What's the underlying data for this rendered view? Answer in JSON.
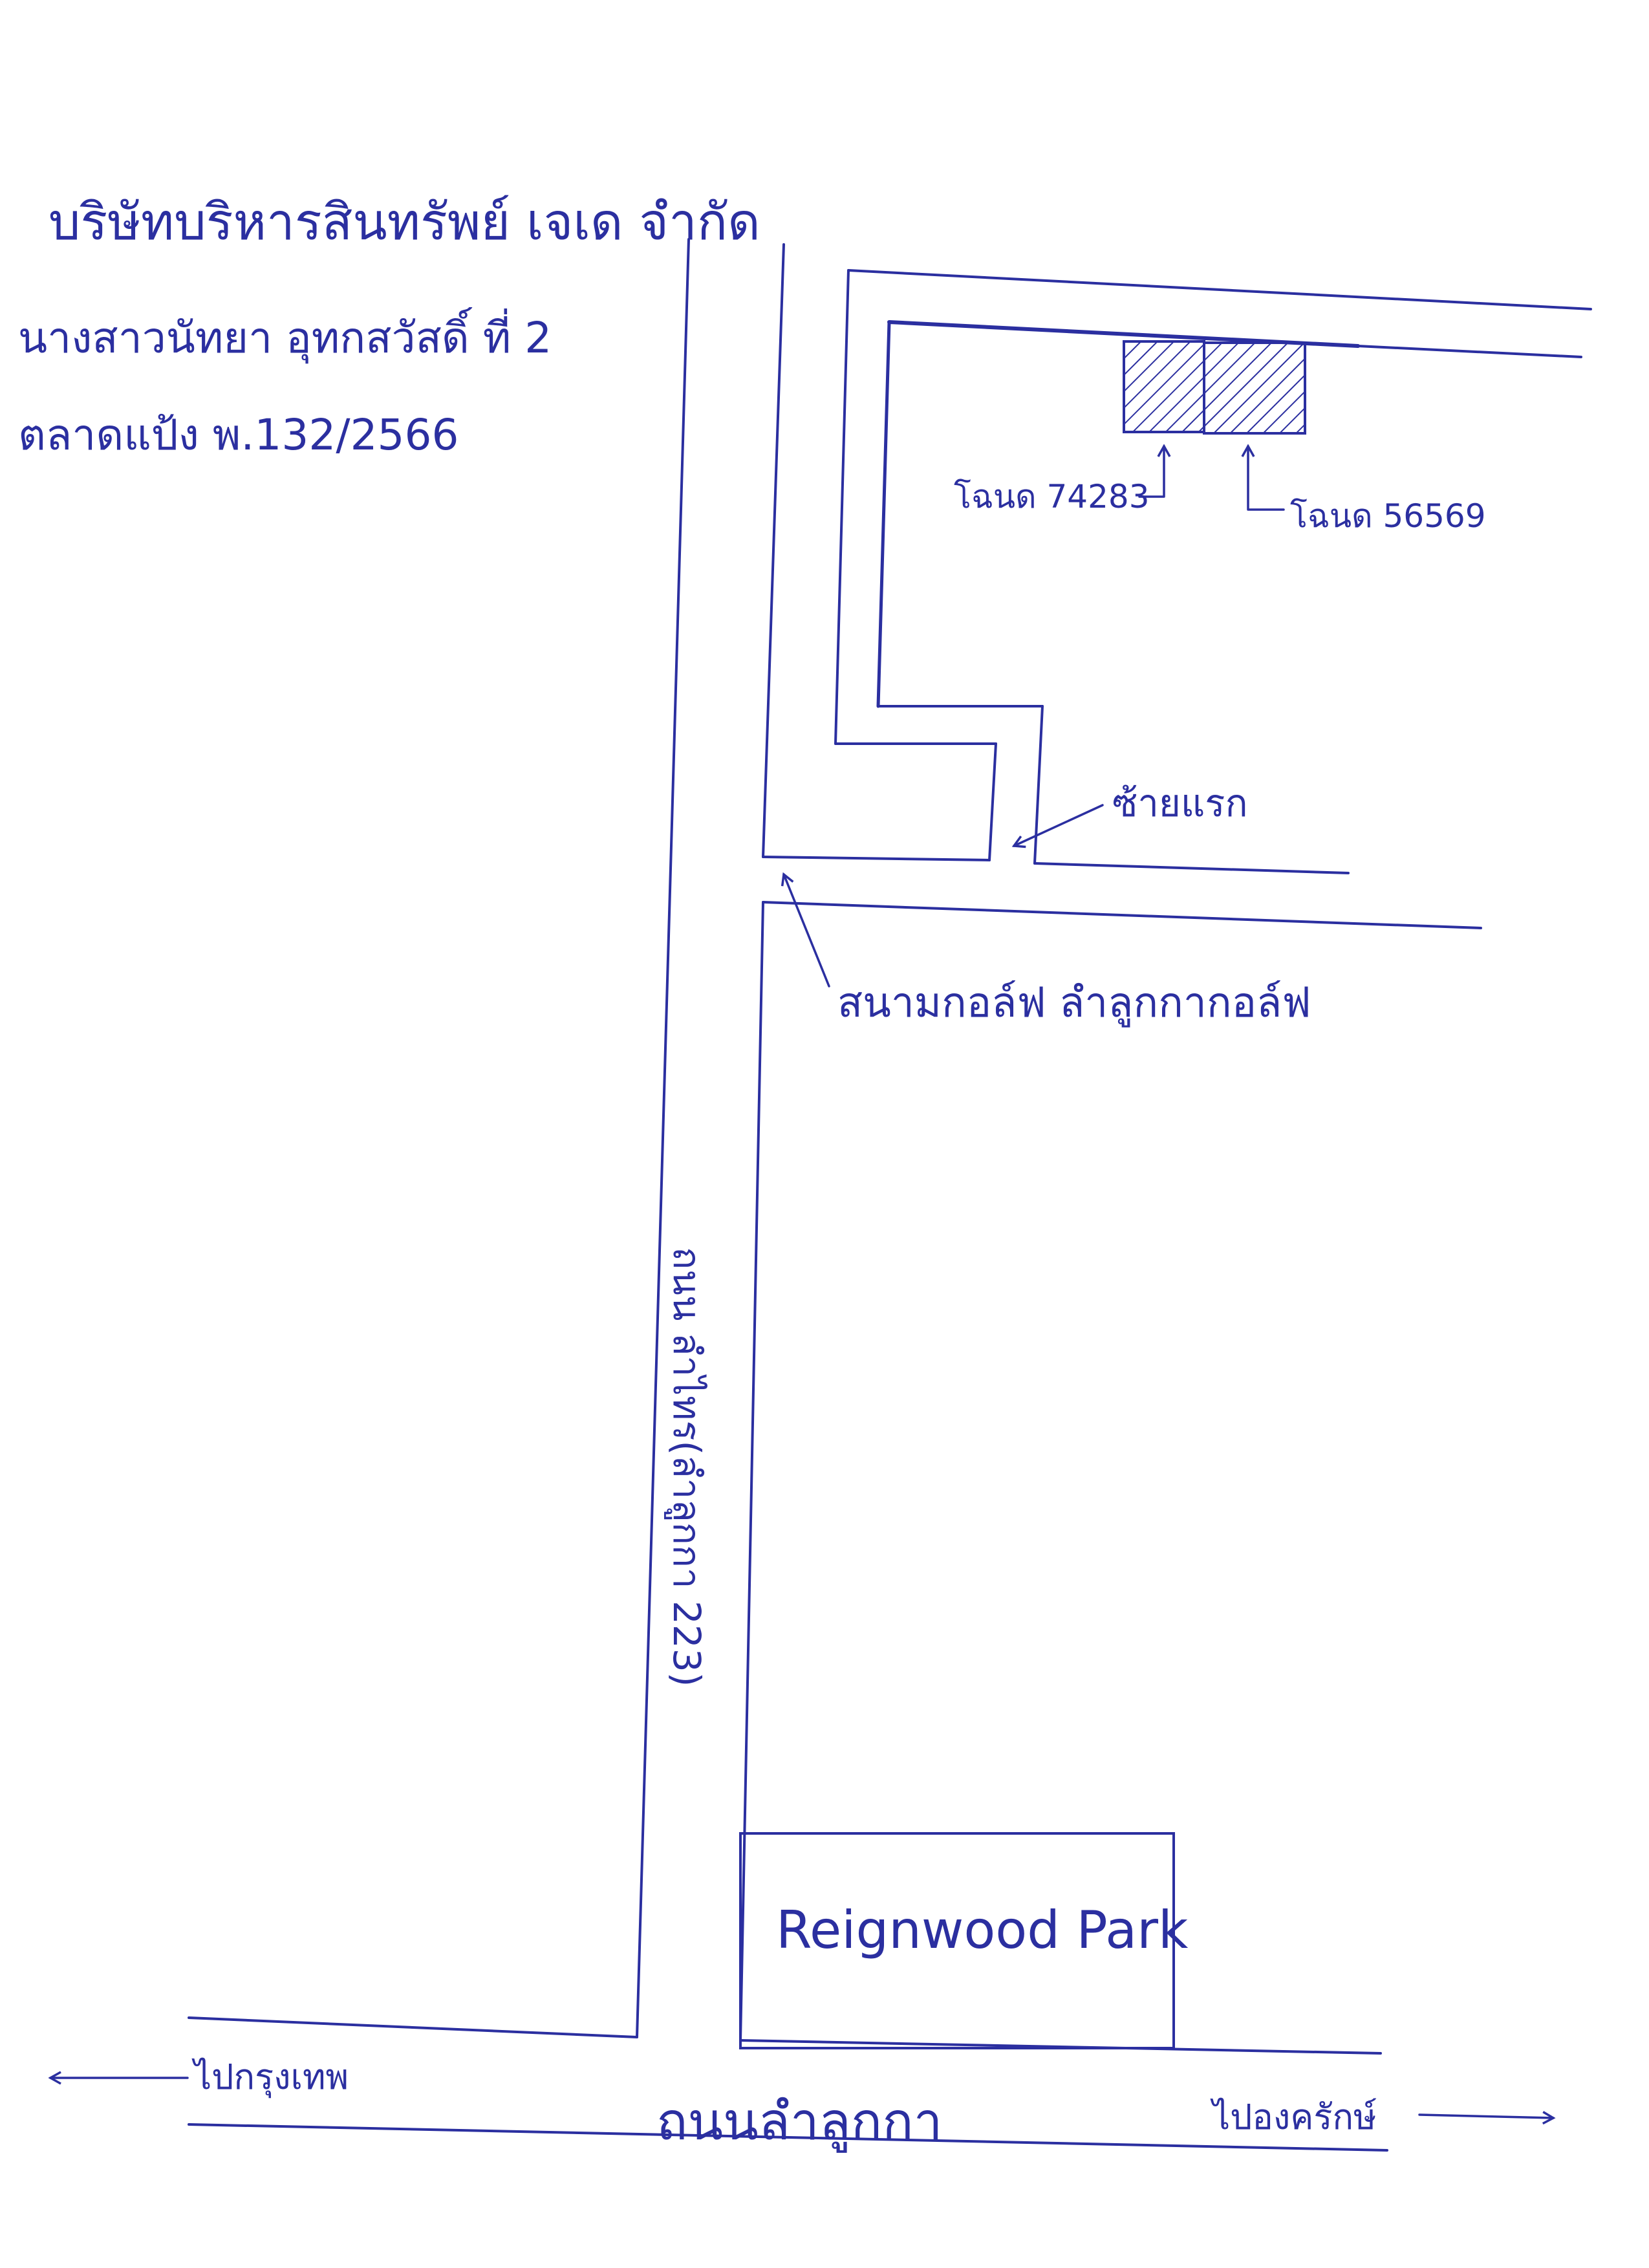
{
  "header": {
    "line1": "บริษัทบริหารสินทรัพย์ เจเด จำกัด",
    "line2": "นางสาวนัทยา อุทกสวัสดิ์ ที่ 2",
    "line3": "ตลาดแป้ง พ.132/2566"
  },
  "labels": {
    "deed_left": "โฉนด 74283",
    "deed_right": "โฉนด 56569",
    "first_junction": "ซ้ายแรก",
    "golf_course": "สนามกอล์ฟ ลำลูกกากอล์ฟ",
    "side_road": "ถนน ลำไทร(ลำลูกกา 223)",
    "reignwood": "Reignwood Park",
    "to_bangkok": "ไปกรุงเทพ",
    "main_road": "ถนนลำลูกกา",
    "to_ongkharak": "ไปองครักษ์"
  },
  "colors": {
    "ink": "#2b2fa0",
    "paper": "#ffffff"
  }
}
